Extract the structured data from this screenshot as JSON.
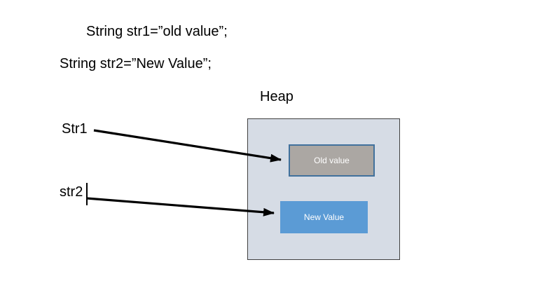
{
  "code": {
    "line1": "String str1=”old value”;",
    "line2": "String str2=”New Value”;"
  },
  "heap": {
    "label": "Heap",
    "old_box_label": "Old value",
    "new_box_label": "New Value"
  },
  "references": {
    "str1_label": "Str1",
    "str2_label": "str2"
  },
  "colors": {
    "heap_fill": "#D6DCE5",
    "heap_border": "#404040",
    "old_box_fill": "#ABA7A3",
    "old_box_border": "#41719C",
    "new_box_fill": "#5B9BD5",
    "box_text": "#FFFFFF",
    "arrow": "#000000",
    "text": "#000000"
  }
}
